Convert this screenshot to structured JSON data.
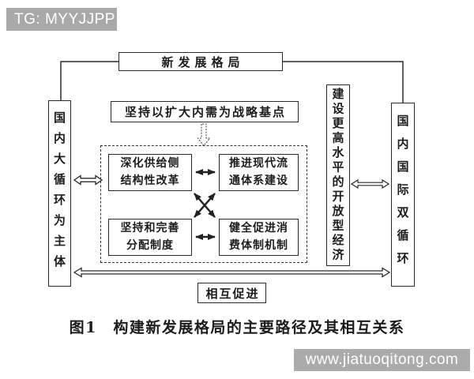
{
  "banner": {
    "text": "TG: MYYJJPP",
    "bg": "#a9a9a9"
  },
  "watermark": {
    "text": "www.jiatuoqitong.com",
    "bg": "#ababab"
  },
  "colors": {
    "line": "#2a2a2a",
    "box_border": "#2a2a2a",
    "background": "#ffffff"
  },
  "diagram": {
    "top_box": "新发展格局",
    "demand_box": "坚持以扩大内需为战略基点",
    "left_box": "国内大循环为主体",
    "right_box": "国内国际双循环",
    "open_economy_box": "建设更高水平的开放型经济",
    "inner_boxes": {
      "supply_side": "深化供给侧\n结构性改革",
      "circulation": "推进现代流\n通体系建设",
      "distribution": "坚持和完善\n分配制度",
      "consumption": "健全促进消\n费体制机制"
    },
    "mutual_box": "相互促进",
    "caption": "图1　构建新发展格局的主要路径及其相互关系"
  }
}
